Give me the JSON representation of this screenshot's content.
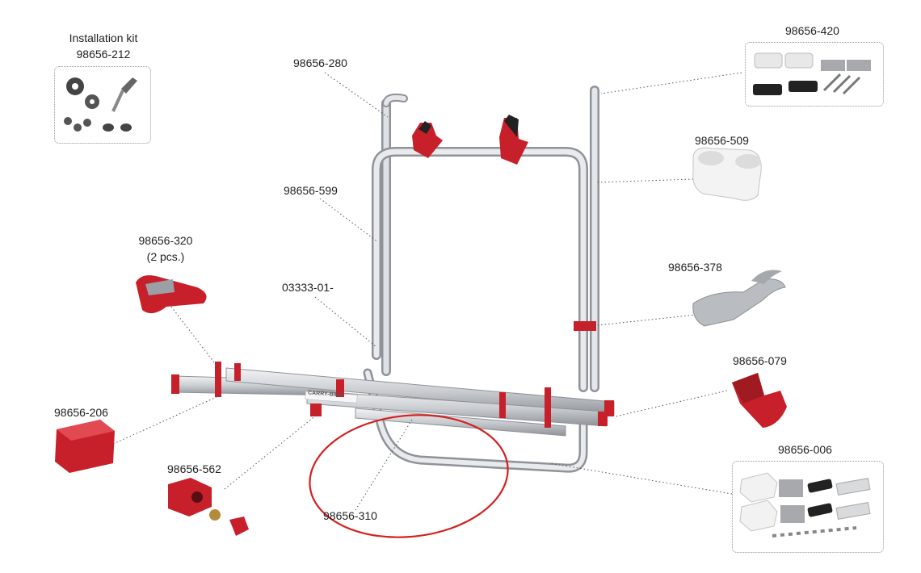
{
  "parts": {
    "installation_kit": {
      "title": "Installation kit",
      "code": "98656-212"
    },
    "p280": "98656-280",
    "p599": "98656-599",
    "p320": {
      "code": "98656-320",
      "qty": "(2 pcs.)"
    },
    "p03333": "03333-01-",
    "p206": "98656-206",
    "p562": "98656-562",
    "p310": "98656-310",
    "p420": "98656-420",
    "p509": "98656-509",
    "p378": "98656-378",
    "p079": "98656-079",
    "p006": "98656-006"
  },
  "rail_brand": "CARRY-BIKE",
  "colors": {
    "red": "#c8202b",
    "dark_red": "#8e1a1f",
    "aluminium": "#c9ccd0",
    "highlight_circle": "#d42020"
  }
}
